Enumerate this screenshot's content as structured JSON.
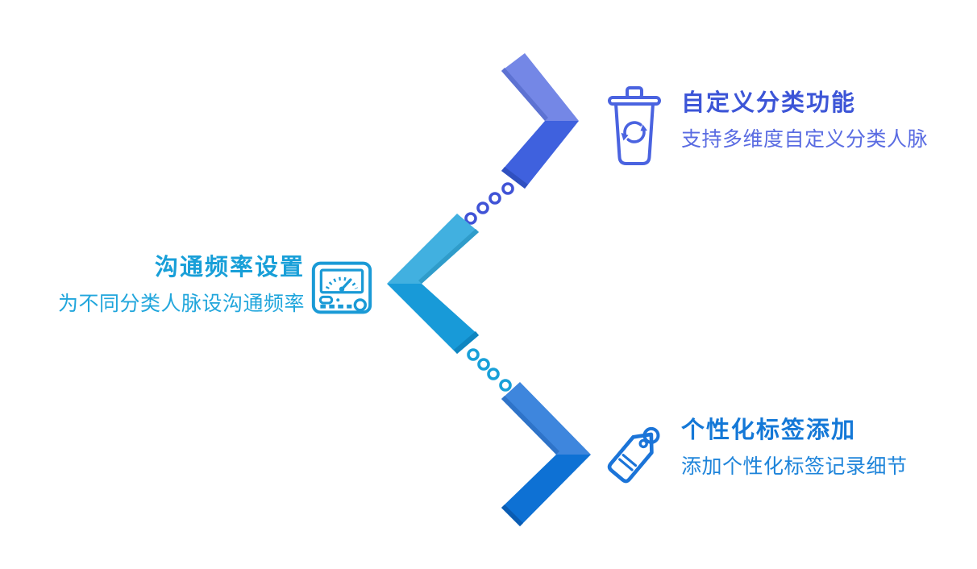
{
  "canvas": {
    "background": "#ffffff"
  },
  "features": [
    {
      "id": "custom-category",
      "title": "自定义分类功能",
      "subtitle": "支持多维度自定义分类人脉",
      "icon": "trash-recycle-icon",
      "title_color": "#3c55d7",
      "subtitle_color": "#5a6ce2",
      "icon_color": "#4a63e0",
      "chevron": {
        "direction": "right",
        "light": "#7487e6",
        "dark": "#3f61de",
        "shade_light": "#5d72d2",
        "shade_dark": "#3050c0"
      }
    },
    {
      "id": "communication-frequency",
      "title": "沟通频率设置",
      "subtitle": "为不同分类人脉设沟通频率",
      "icon": "gauge-icon",
      "title_color": "#189fd8",
      "subtitle_color": "#21a6dc",
      "icon_color": "#1a9ad6",
      "chevron": {
        "direction": "left",
        "light": "#41b0e0",
        "dark": "#189ad8",
        "shade_light": "#2f9cca",
        "shade_dark": "#0f85c0"
      }
    },
    {
      "id": "personal-tags",
      "title": "个性化标签添加",
      "subtitle": "添加个性化标签记录细节",
      "icon": "tag-icon",
      "title_color": "#1478d7",
      "subtitle_color": "#1e84da",
      "icon_color": "#1b74d8",
      "chevron": {
        "direction": "right",
        "light": "#3e86dd",
        "dark": "#0e71d4",
        "shade_light": "#2e73c8",
        "shade_dark": "#0a5cb2"
      }
    }
  ],
  "connectors": [
    {
      "style": "dotted",
      "dot_count": 4,
      "color": "#4053d6"
    },
    {
      "style": "dotted",
      "dot_count": 4,
      "color": "#18a0d8"
    }
  ]
}
